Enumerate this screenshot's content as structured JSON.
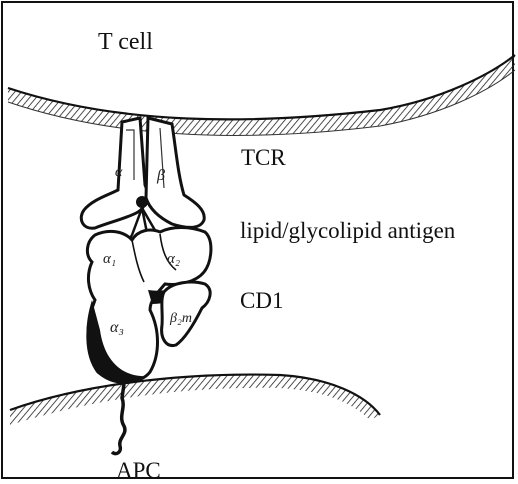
{
  "labels": {
    "t_cell": "T cell",
    "tcr": "TCR",
    "antigen": "lipid/glycolipid antigen",
    "cd1": "CD1",
    "apc": "APC"
  },
  "domains": {
    "alpha": "α",
    "beta": "β",
    "alpha1": "α₁",
    "alpha2": "α₂",
    "alpha3": "α₃",
    "beta2m": "β₂m"
  }
}
